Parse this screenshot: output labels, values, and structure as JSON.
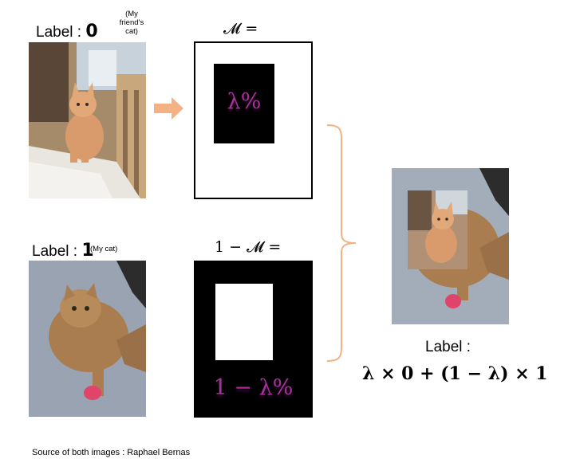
{
  "top": {
    "label_prefix": "Label :",
    "label_value": "0",
    "note": "(My friend’s cat)"
  },
  "bottom": {
    "label_prefix": "Label :",
    "label_value": "1",
    "note": "(My cat)"
  },
  "mask": {
    "title": "𝓜 =",
    "inner_text": "λ%"
  },
  "inverse_mask": {
    "title": "1 − 𝓜 =",
    "inner_text": "1 − λ%"
  },
  "result": {
    "label": "Label :",
    "formula": "λ × 0 + (1 − λ) × 1"
  },
  "source": "Source of both images : Raphael Bernas",
  "colors": {
    "arrow": "#f4b183",
    "brace": "#f4b183",
    "mask_text": "#a8329b",
    "mask_black": "#000000",
    "mask_white": "#ffffff"
  }
}
